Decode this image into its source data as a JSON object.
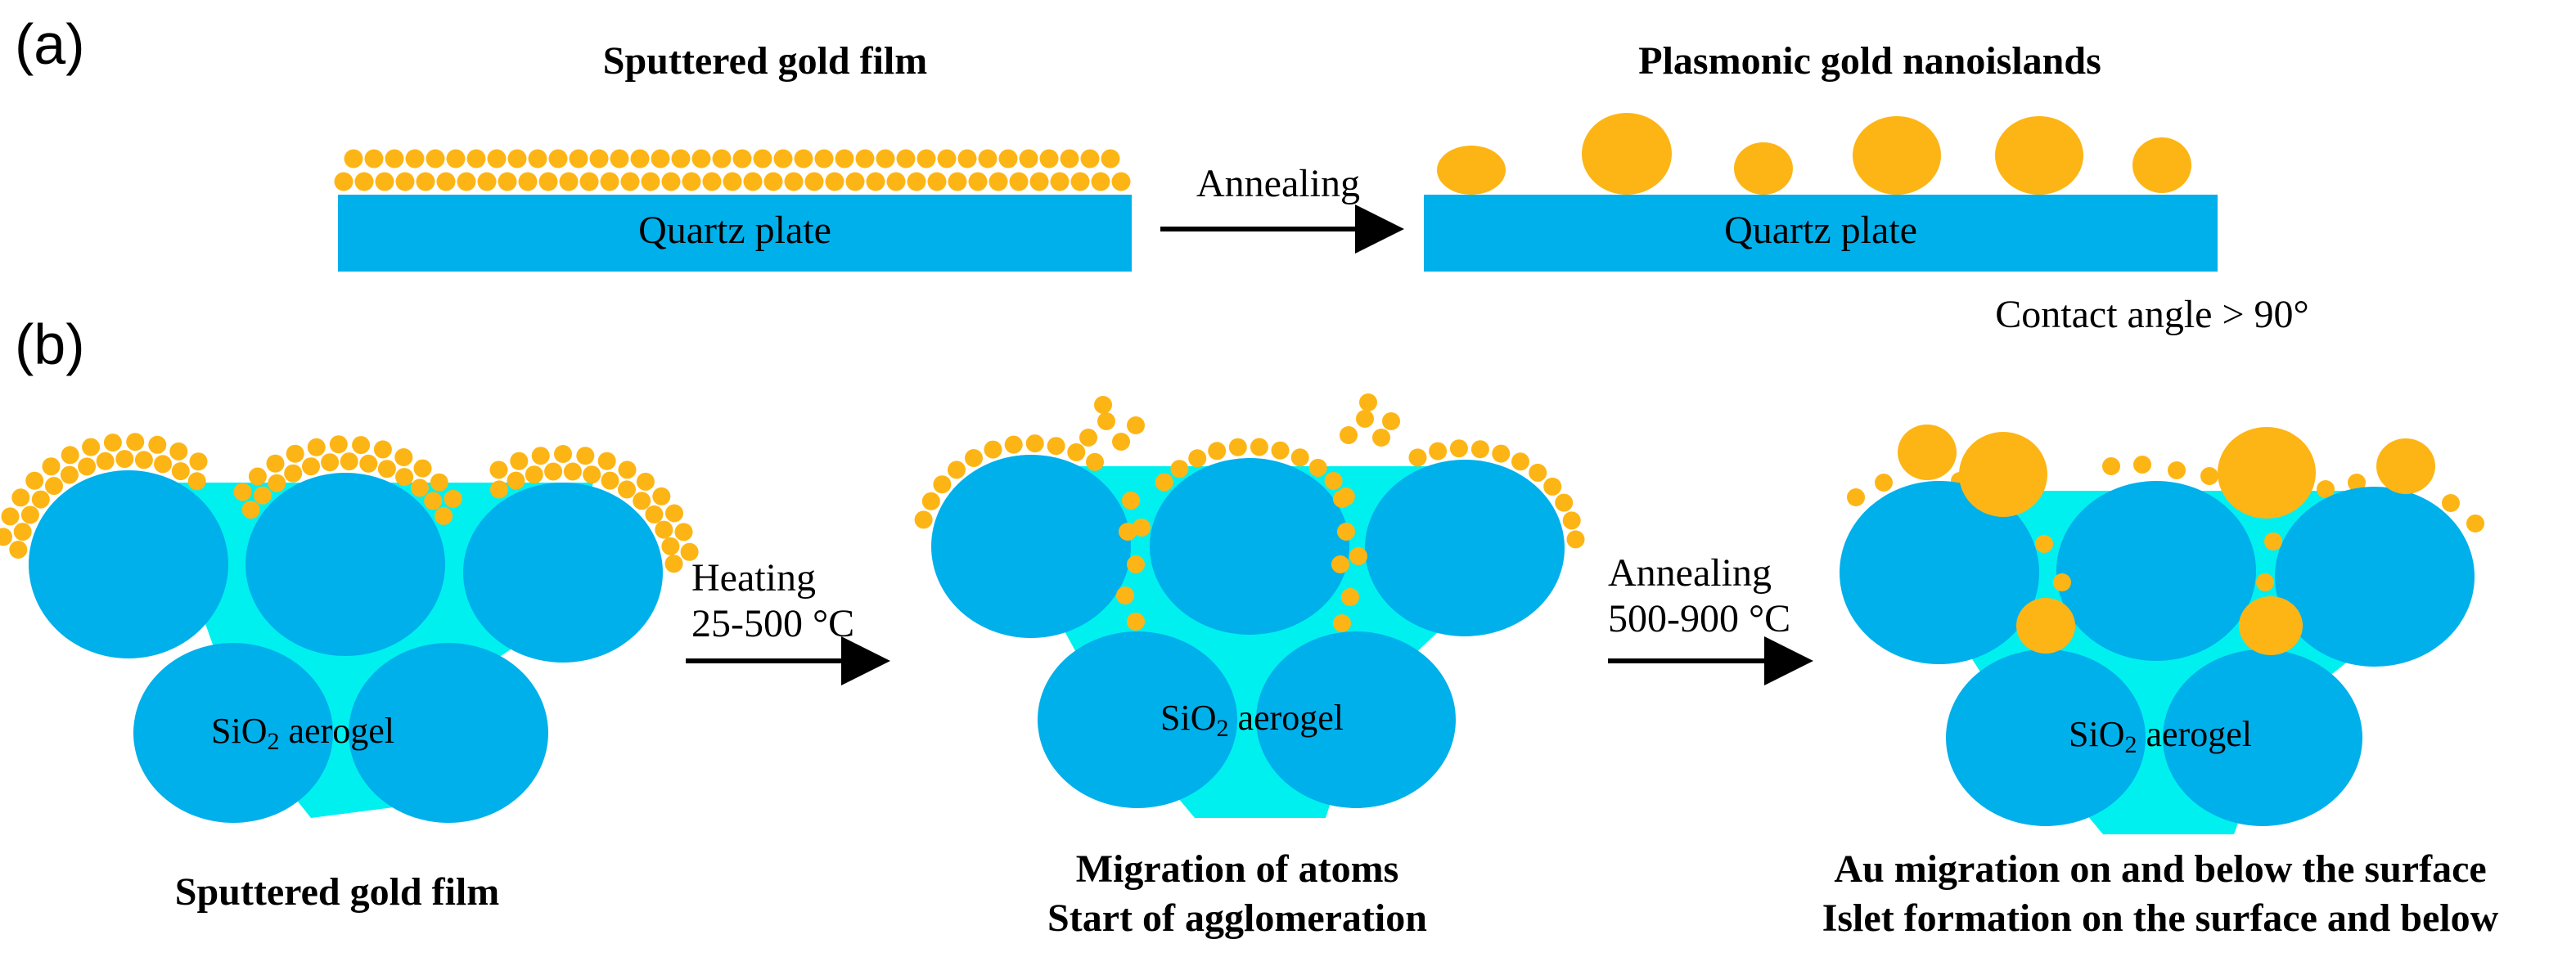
{
  "colors": {
    "gold": "#FDB515",
    "blue": "#00B0EA",
    "cyan": "#00F0F0",
    "arrow": "#000000"
  },
  "panel_a": {
    "label": "(a)",
    "left_title": "Sputtered gold film",
    "right_title": "Plasmonic gold nanoislands",
    "left_substrate": "Quartz plate",
    "right_substrate": "Quartz plate",
    "arrow_label": "Annealing",
    "contact_angle": "Contact angle > 90°"
  },
  "panel_b": {
    "label": "(b)",
    "step1_caption": "Sputtered gold film",
    "step2_caption_line1": "Migration of atoms",
    "step2_caption_line2": "Start of agglomeration",
    "step3_caption_line1": "Au migration on and below the surface",
    "step3_caption_line2": "Islet formation on the surface and below",
    "arrow1_line1": "Heating",
    "arrow1_line2": "25-500 °C",
    "arrow2_line1": "Annealing",
    "arrow2_line2": "500-900 °C",
    "aerogel_label_main": "SiO",
    "aerogel_label_sub": "2",
    "aerogel_label_rest": " aerogel"
  }
}
